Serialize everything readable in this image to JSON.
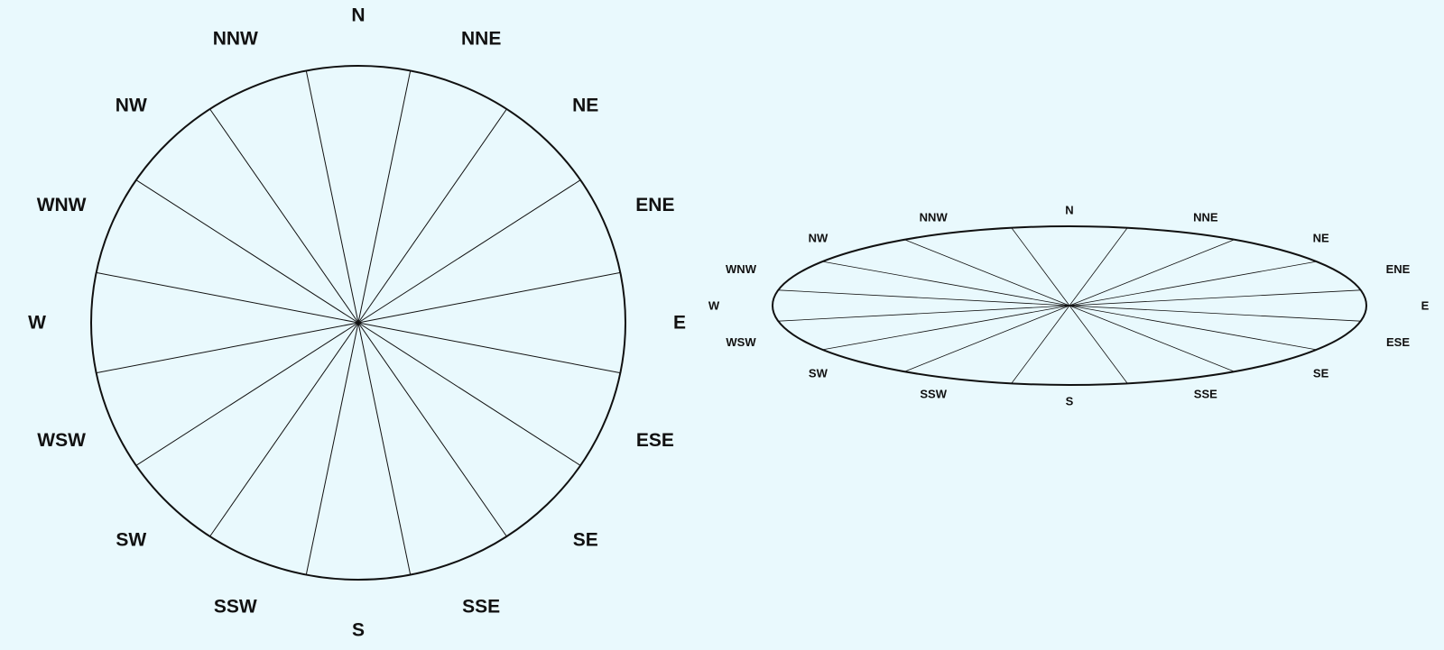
{
  "colors": {
    "background": "#e9f9fd",
    "stroke": "#111111",
    "text": "#111111"
  },
  "roses": [
    {
      "view": "circle",
      "directions": [
        "N",
        "NNE",
        "NE",
        "ENE",
        "E",
        "ESE",
        "SE",
        "SSE",
        "S",
        "SSW",
        "SW",
        "WSW",
        "W",
        "WNW",
        "NW",
        "NNW"
      ]
    },
    {
      "view": "ellipse",
      "directions": [
        "N",
        "NNE",
        "NE",
        "ENE",
        "E",
        "ESE",
        "SE",
        "SSE",
        "S",
        "SSW",
        "SW",
        "WSW",
        "W",
        "WNW",
        "NW",
        "NNW"
      ]
    }
  ]
}
